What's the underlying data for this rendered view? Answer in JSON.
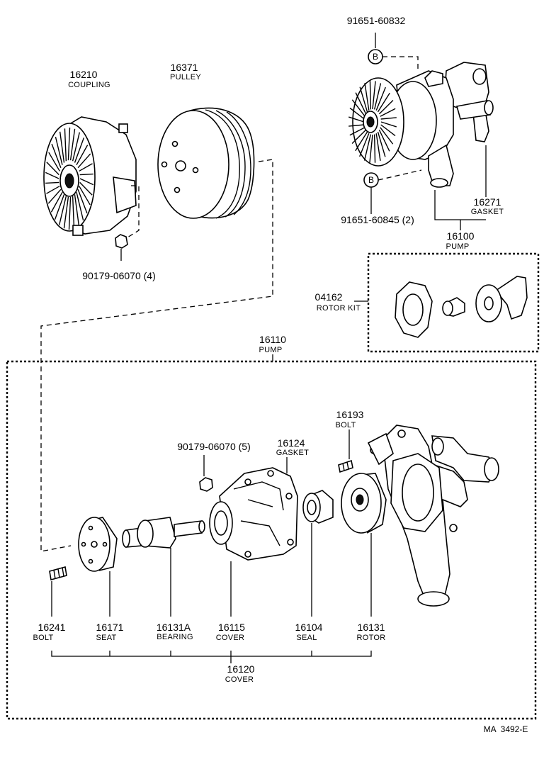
{
  "labels": {
    "coupling": {
      "number": "16210",
      "name": "COUPLING"
    },
    "pulley": {
      "number": "16371",
      "name": "PULLEY"
    },
    "bolt_top": {
      "number": "91651-60832"
    },
    "bolt_bottom": {
      "number": "91651-60845 (2)"
    },
    "marker": "B",
    "gasket_top": {
      "number": "16271",
      "name": "GASKET"
    },
    "pump_assy": {
      "number": "16100",
      "name": "PUMP"
    },
    "nut_coupling": {
      "number": "90179-06070 (4)"
    },
    "rotor_kit": {
      "number": "04162",
      "name": "ROTOR KIT"
    },
    "pump_sub": {
      "number": "16110",
      "name": "PUMP"
    },
    "nut_cover": {
      "number": "90179-06070 (5)"
    },
    "gasket_cover": {
      "number": "16124",
      "name": "GASKET"
    },
    "bolt_body": {
      "number": "16193",
      "name": "BOLT"
    },
    "bolt_hub": {
      "number": "16241",
      "name": "BOLT"
    },
    "seat": {
      "number": "16171",
      "name": "SEAT"
    },
    "bearing": {
      "number": "16131A",
      "name": "BEARING"
    },
    "cover_part": {
      "number": "16115",
      "name": "COVER"
    },
    "seal": {
      "number": "16104",
      "name": "SEAL"
    },
    "rotor": {
      "number": "16131",
      "name": "ROTOR"
    },
    "cover_assy": {
      "number": "16120",
      "name": "COVER"
    }
  },
  "figure_ref": "MA  3492-E"
}
